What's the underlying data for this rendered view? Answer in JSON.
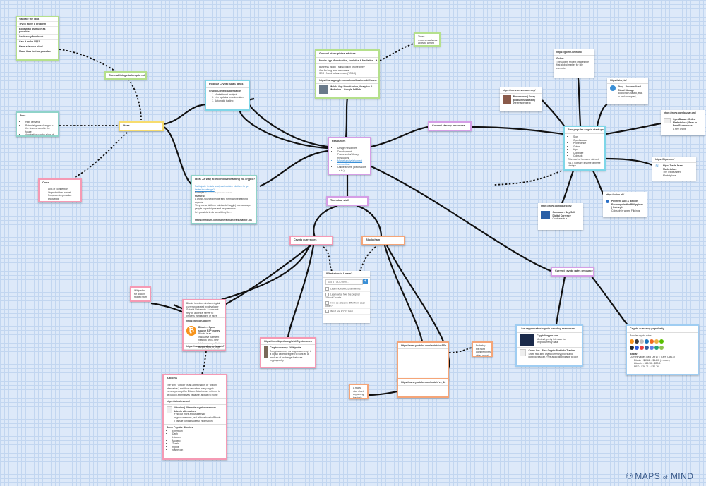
{
  "steps": [
    "Validate the idea",
    "Try to solve a problem",
    "Bootstrap as much as possible",
    "Seek early feedback",
    "Can it make $$$?",
    "Have a launch plan!",
    "Make it as fast as possible"
  ],
  "general_things": "General things to keep in mind",
  "ideas": "Ideas",
  "pros": {
    "title": "Pros",
    "items": [
      "High demand",
      "Potential game changer in the finance world in the future",
      "Application can be a big hit"
    ]
  },
  "cons": {
    "title": "Cons",
    "items": [
      "Lots of competition",
      "Unpredictable market",
      "Requires deep market knowledge"
    ]
  },
  "popular_ideas": {
    "title": "Popular Crypto SaaS Ideas",
    "sub": "Crypto Content Aggregation",
    "items": [
      "Market trend analysis",
      "Live updates on coin values",
      "Automatic trading"
    ]
  },
  "idea2": {
    "title": "Idea! - A way to incentivize learning via crypto?",
    "body1": "Participate in data analysis/machine platform to get better knowledge?",
    "example": "Example:",
    "small": "Numerai and sponsored content",
    "name": "Numerai",
    "line1": "A crowd-sourced hedge fund for machine learning experts",
    "line2": "They use a platform (similar to Kaggle) to encourage people to participate and reap rewards.",
    "line3": "Is it possible to do something like...",
    "url": "https://medium.com/numerai/numerais-master-pla"
  },
  "general_advice": {
    "title": "General startup/idea advices",
    "sub": "Mobile App Monetization, Analytics & Mediation - H",
    "body": [
      "Business model - subscription or one time?",
      "Aim for long term customers",
      "SEO - Need to learn more (TODO)"
    ],
    "url": "https://www.google.com/admob/businesskit/how-a",
    "card": "Mobile App Monetization, Analytics & Mediation – Google AdMob"
  },
  "note_apply": "These resources/advices apply to almost any idea.",
  "resources": {
    "title": "Resources",
    "items": [
      "Design Resources",
      "Development Frameworks/Library Resources",
      "Market analysis/current competition",
      "Online forums (discussions - e tc.)"
    ]
  },
  "current_startup": "Current startup resources",
  "popular_startups": {
    "title": "Few popular crypto startups (?)",
    "items": [
      "Storj",
      "OpenBazaar",
      "Provenance",
      "Golem",
      "Hipo",
      "Coinbase",
      "Coins.ph"
    ],
    "note": "This is a list I created mid-oct 2017, not sure if some of these startups"
  },
  "golem": {
    "url": "https://golem.network/",
    "name": "Golem",
    "desc": "The Golem Project creates the first global market for idle computer"
  },
  "storj": {
    "url": "https://storj.io/",
    "name": "Storj - Decentralized Cloud Storage",
    "desc": "Blockchain-based, end-to-end encrypted,"
  },
  "provenance": {
    "url": "https://www.provenance.org/",
    "name": "Provenance | Every product has a story",
    "desc": "We enable great"
  },
  "openbazaar": {
    "url": "https://www.openbazaar.org/",
    "name": "OpenBazaar: Online Marketplace | Peer-to-Peer Ecommerce",
    "desc": "A free online"
  },
  "hipo": {
    "url": "https://hipo.com/",
    "name": "Hipo: Trade Asset Marketplace",
    "desc": "The Trade Asset Marketplace"
  },
  "coinsph": {
    "url": "https://coins.ph/",
    "name": "Payment App & Bitcoin Exchange in the Philippines | Coins.ph",
    "desc": "Coins.ph is where Filipinos"
  },
  "coinbase": {
    "url": "https://www.coinbase.com/",
    "name": "Coinbase - Buy/Sell Digital Currency",
    "desc": "Coinbase is a"
  },
  "technical": "Technical stuff",
  "crypto_currencies": "Crypto currencies",
  "blockchain": "Blockchain",
  "todo": {
    "title": "What should I learn?",
    "placeholder": "Add a TODO item...",
    "items": [
      "Learn how blockchain works",
      "Learn what how the original \"Bitcoin\" works",
      "How do all coins differ from each other?",
      "What are ICOs? Basi"
    ]
  },
  "wiki_note": "Wikipedia for Bitcoin related stuff",
  "bitcoin": {
    "intro": "Bitcoin is a decentralized digital currency created by developer Satoshi Nakamoto. It does not rely on a central server to process transactions or store funds. There are a maximum of",
    "url1": "https://bitcoin.org/en/",
    "title": "Bitcoin - Open source P2P money",
    "desc": "Bitcoin is an innovative payment network and a new kind of money. Find all you need to know and get started with Bitcoin on bitcoin.org.",
    "url2": "https://www.youtube.com/watch?v=Gc2en3nHxA4"
  },
  "wiki_crypto": {
    "url": "https://en.wikipedia.org/wiki/Cryptocurren",
    "title": "Cryptocurrency - Wikipedia",
    "desc": "A cryptocurrency (or crypto currency) is a digital asset designed to work as a medium of exchange that uses cryptography"
  },
  "youtube1": "https://www.youtube.com/watch?v=SSo",
  "youtube2": "https://www.youtube.com/watch?v=_16",
  "note_comp": "Probably the most comprehensive video about blockchain basics!",
  "note_short": "A really nice short explaining the logic behind",
  "altcoins": {
    "title": "Altcoins",
    "desc": "The word \"altcoin\" is an abbreviation of \"Bitcoin alternative,\" and thus describes every crypto currency except for Bitcoin. Altcoins are referred to as Bitcoin alternatives because, at least to some",
    "url": "https://altcoins.com/",
    "card": "Altcoins | Alternate cryptocurrencies - bitcoin alternatives",
    "card_desc": "Find out more about alternate cryptocurrencies, real alternatives to Bitcoin. This site contains useful information.",
    "popular": "Some Popular Bitcoins",
    "items": [
      "Ethereum",
      "Dash",
      "Litecoin",
      "Monero",
      "Zcash",
      "Ripple",
      "Namecoin"
    ]
  },
  "rates": "Current crypto rates resources",
  "tracking": {
    "title": "Live crypto rates/crypto tracking resources",
    "c1_name": "CryptoMapper.com",
    "c1_desc": "Minimal, pretty interface for cryptocurrency data.",
    "c2_name": "Coins live - Free Crypto Portfolio Tracker",
    "c2_desc": "Show real-time cryptocurrency prices and portfolio tracker. Free and customizable to coin"
  },
  "popularity": {
    "title": "Crypto currency popularity",
    "sub": "Popular crypto coins",
    "market": "Bitstar:",
    "value": "Current Values (Mid Oct'17 :: Early Oct'17)",
    "rows": [
      "Bitcoin - $5361 :: $4400 (…down)",
      "Litecoin - $65.98 :: $50.5",
      "NEO - $26.21 :: $30.76"
    ]
  },
  "logo": {
    "a": "MAPS",
    "b": "of",
    "c": "MIND"
  },
  "colors": {
    "edge": "#111111",
    "grid": "#c2d6f0",
    "background": "#dde9f9"
  }
}
